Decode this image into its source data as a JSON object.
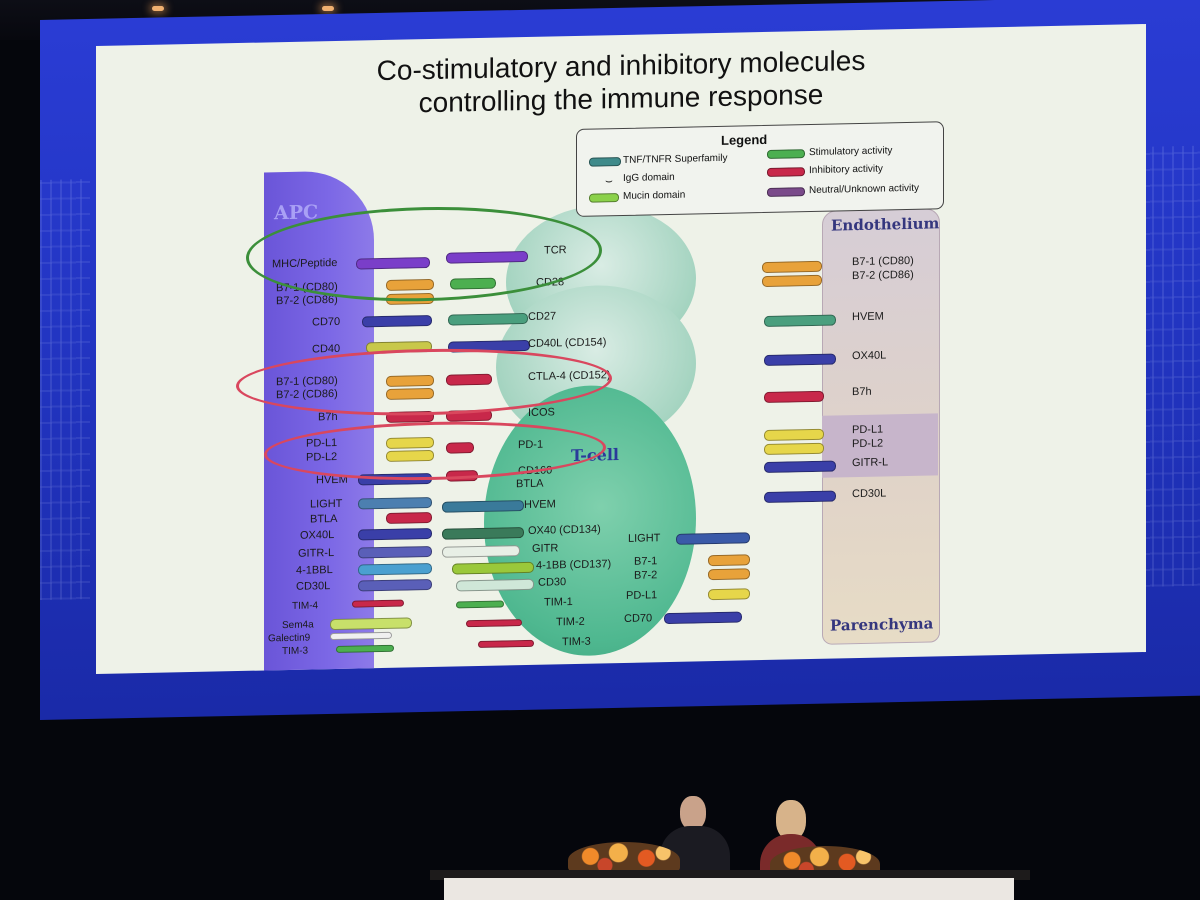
{
  "slide": {
    "title_line1": "Co-stimulatory and inhibitory molecules",
    "title_line2": "controlling the immune response"
  },
  "legend": {
    "title": "Legend",
    "items": [
      "TNF/TNFR Superfamily",
      "IgG domain",
      "Mucin domain",
      "Stimulatory activity",
      "Inhibitory activity",
      "Neutral/Unknown activity"
    ]
  },
  "cells": {
    "apc": "APC",
    "tcell": "T-cell",
    "endothelium": "Endothelium",
    "parenchyma": "Parenchyma"
  },
  "apc_molecules": [
    "MHC/Peptide",
    "B7-1 (CD80)",
    "B7-2 (CD86)",
    "CD70",
    "CD40",
    "B7-1 (CD80)",
    "B7-2 (CD86)",
    "B7h",
    "PD-L1",
    "PD-L2",
    "HVEM",
    "LIGHT",
    "BTLA",
    "OX40L",
    "GITR-L",
    "4-1BBL",
    "CD30L",
    "TIM-4",
    "Sem4a",
    "Galectin9",
    "TIM-3"
  ],
  "tcell_molecules": [
    "TCR",
    "CD28",
    "CD27",
    "CD40L (CD154)",
    "CTLA-4 (CD152)",
    "ICOS",
    "PD-1",
    "CD160",
    "BTLA",
    "HVEM",
    "OX40 (CD134)",
    "GITR",
    "4-1BB (CD137)",
    "CD30",
    "TIM-1",
    "TIM-2",
    "TIM-3"
  ],
  "tcell_inner_molecules": [
    "LIGHT",
    "B7-1",
    "B7-2",
    "PD-L1",
    "CD70"
  ],
  "endothelium_molecules": [
    "B7-1 (CD80)",
    "B7-2 (CD86)",
    "HVEM",
    "OX40L",
    "B7h",
    "PD-L1",
    "PD-L2",
    "GITR-L",
    "CD30L"
  ],
  "colors": {
    "stimulatory": "#4caf50",
    "inhibitory": "#c8284a",
    "neutral": "#7a4a8a",
    "apc": "#7c68e6",
    "tcell": "#4fb890",
    "highlight_green": "#3b8f3a",
    "highlight_red": "#d9475e"
  }
}
